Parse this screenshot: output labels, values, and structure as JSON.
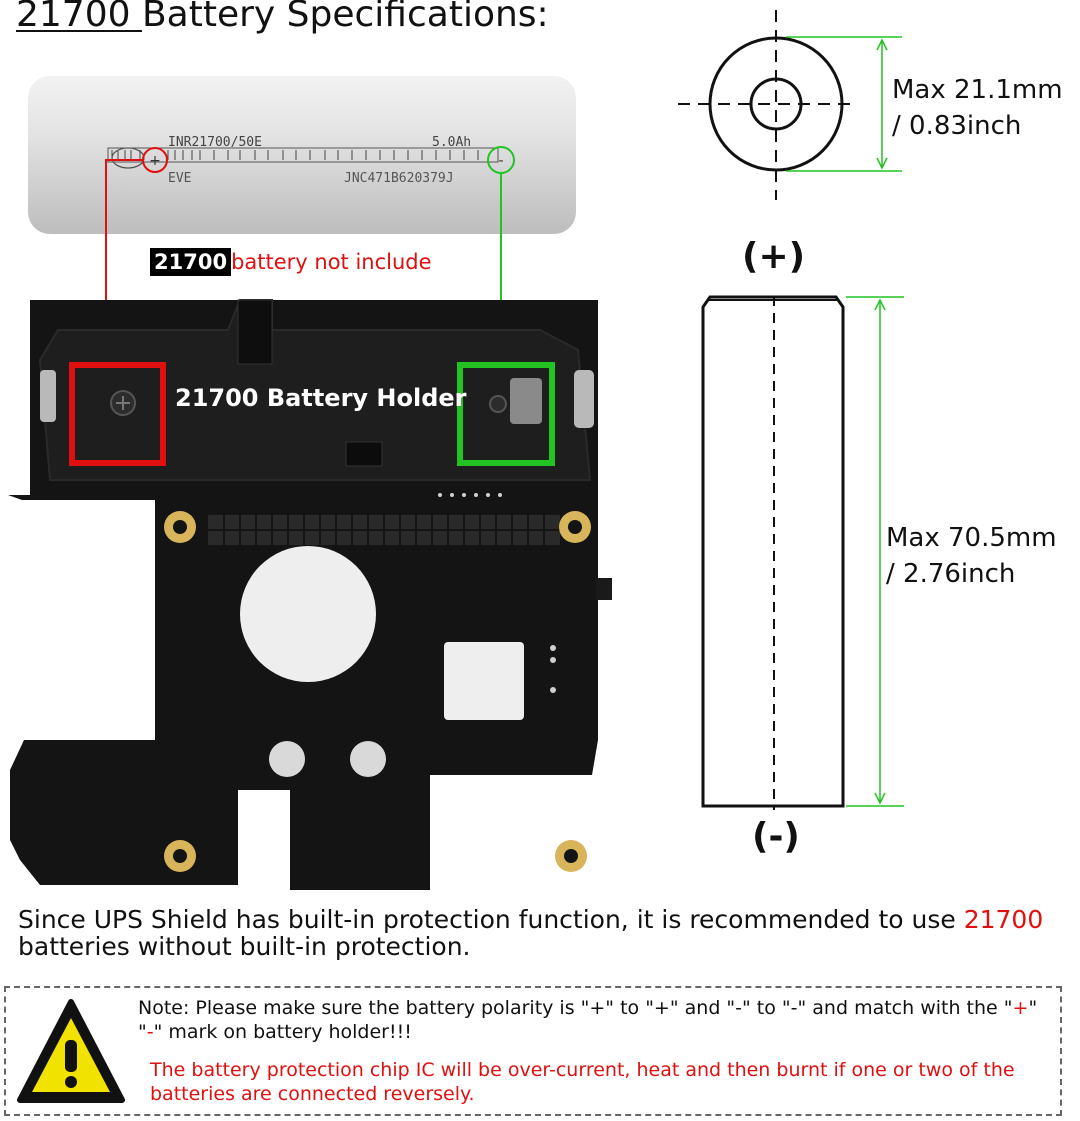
{
  "title": {
    "underlined": "21700 ",
    "rest": "Battery Specifications:"
  },
  "battery_cell": {
    "model": "INR21700/50E",
    "capacity": "5.0Ah",
    "brand": "EVE",
    "serial": "JNC471B620379J",
    "plus_mark": "+",
    "minus_mark": "-"
  },
  "not_included": {
    "tag": "21700",
    "text": "battery not include"
  },
  "holder_label": "21700 Battery Holder",
  "dimensions": {
    "diameter_line1": "Max 21.1mm",
    "diameter_line2": "/ 0.83inch",
    "length_line1": "Max 70.5mm",
    "length_line2": "/ 2.76inch",
    "positive": "(+)",
    "negative": "(-)"
  },
  "recommendation": {
    "part1": "Since UPS Shield has built-in protection function, it is recommended to use ",
    "highlight": "21700",
    "part2": " batteries without built-in protection."
  },
  "note": {
    "line1a": "Note: Please make sure the battery polarity is \"+\" to \"+\" and \"-\" to \"-\" and match with the \"",
    "plus": "+",
    "mid": "\" \"",
    "minus": "-",
    "line1b": "\" mark on battery holder!!!",
    "warning": "The battery protection chip IC will be over-current, heat and then burnt if one or two of the batteries are connected reversely."
  },
  "warning_icon": "warning-triangle-icon",
  "colors": {
    "red": "#e01010",
    "green": "#22c322",
    "board": "#141414",
    "gold": "#c9a24a"
  }
}
